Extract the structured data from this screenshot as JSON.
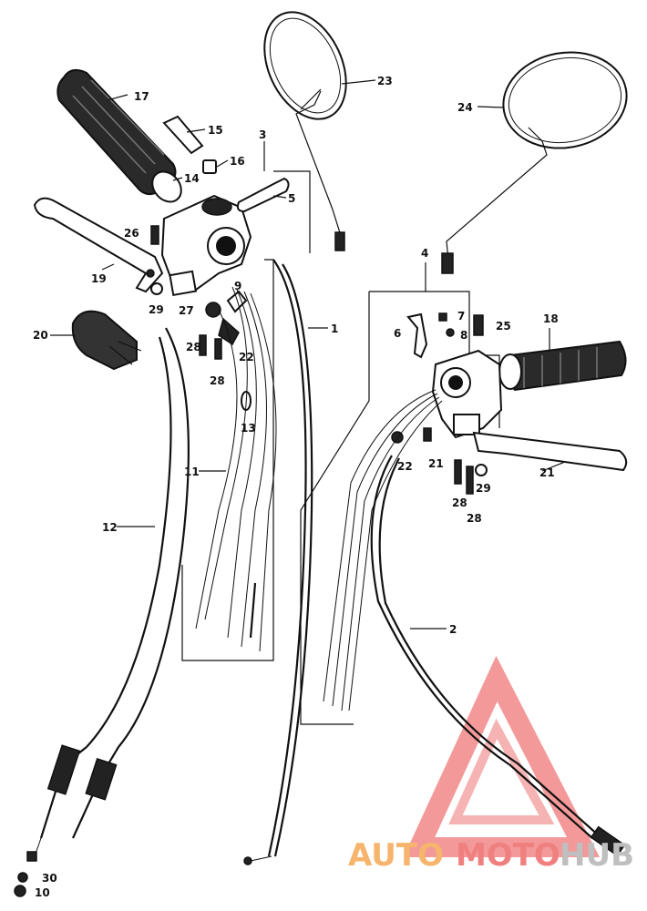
{
  "watermark": {
    "part1": "AUTO",
    "part2": "MOTO",
    "part3": "HUB",
    "logo_color": "#f08080"
  },
  "labels": {
    "l1": "1",
    "l2": "2",
    "l3": "3",
    "l4": "4",
    "l5": "5",
    "l6": "6",
    "l7": "7",
    "l8": "8",
    "l9": "9",
    "l10": "10",
    "l11": "11",
    "l12": "12",
    "l13": "13",
    "l14": "14",
    "l15": "15",
    "l16": "16",
    "l17": "17",
    "l18": "18",
    "l19": "19",
    "l20": "20",
    "l21a": "21",
    "l21b": "21",
    "l22a": "22",
    "l22b": "22",
    "l23": "23",
    "l24": "24",
    "l25": "25",
    "l26": "26",
    "l27": "27",
    "l28a": "28",
    "l28b": "28",
    "l28c": "28",
    "l28d": "28",
    "l29a": "29",
    "l29b": "29",
    "l30": "30"
  }
}
